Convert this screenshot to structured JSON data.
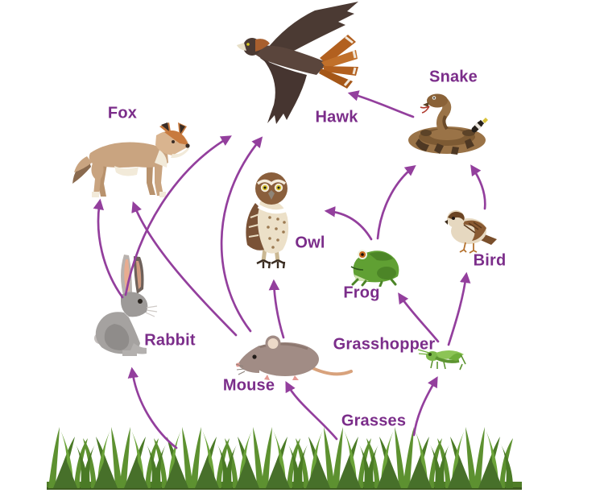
{
  "diagram": {
    "type": "food-web",
    "background_color": "#ffffff",
    "label_color": "#7b2d8a",
    "arrow_color": "#933f9d",
    "nodes": {
      "fox": {
        "label": "Fox"
      },
      "hawk": {
        "label": "Hawk"
      },
      "snake": {
        "label": "Snake"
      },
      "owl": {
        "label": "Owl"
      },
      "frog": {
        "label": "Frog"
      },
      "bird": {
        "label": "Bird"
      },
      "rabbit": {
        "label": "Rabbit"
      },
      "mouse": {
        "label": "Mouse"
      },
      "grasshopper": {
        "label": "Grasshopper"
      },
      "grasses": {
        "label": "Grasses"
      }
    },
    "edges": [
      {
        "from": "grasses",
        "to": "rabbit"
      },
      {
        "from": "grasses",
        "to": "mouse"
      },
      {
        "from": "grasses",
        "to": "grasshopper"
      },
      {
        "from": "grasshopper",
        "to": "frog"
      },
      {
        "from": "grasshopper",
        "to": "bird"
      },
      {
        "from": "mouse",
        "to": "owl"
      },
      {
        "from": "mouse",
        "to": "fox"
      },
      {
        "from": "mouse",
        "to": "hawk"
      },
      {
        "from": "rabbit",
        "to": "fox"
      },
      {
        "from": "rabbit",
        "to": "hawk"
      },
      {
        "from": "frog",
        "to": "owl"
      },
      {
        "from": "frog",
        "to": "snake"
      },
      {
        "from": "bird",
        "to": "snake"
      },
      {
        "from": "snake",
        "to": "hawk"
      }
    ]
  }
}
